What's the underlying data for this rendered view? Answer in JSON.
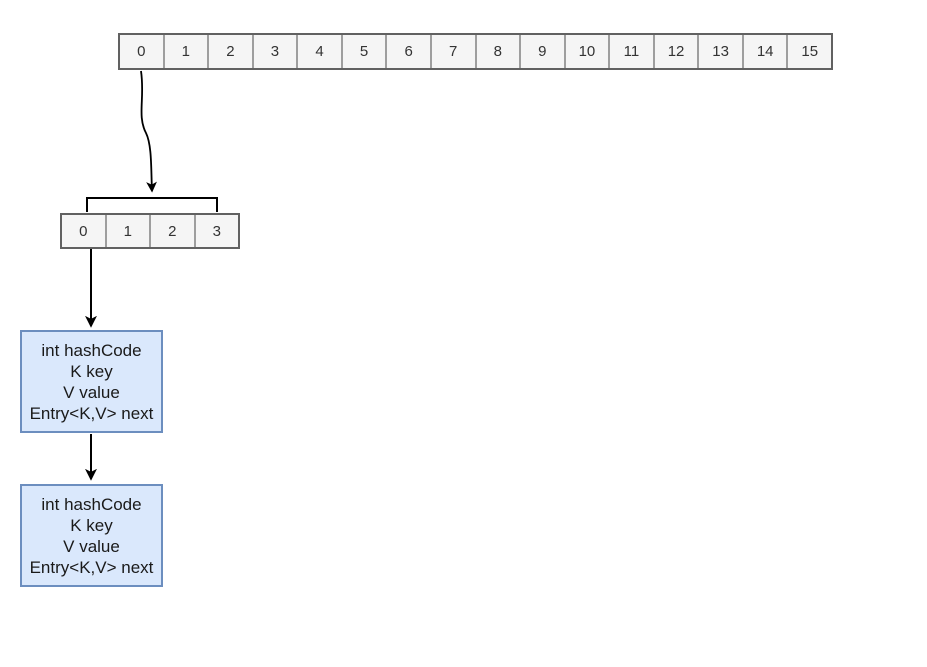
{
  "diagram": {
    "title": "hashmap-structure-diagram",
    "bucket_array": {
      "cells": [
        "0",
        "1",
        "2",
        "3",
        "4",
        "5",
        "6",
        "7",
        "8",
        "9",
        "10",
        "11",
        "12",
        "13",
        "14",
        "15"
      ]
    },
    "sub_array": {
      "cells": [
        "0",
        "1",
        "2",
        "3"
      ]
    },
    "entry_boxes": [
      {
        "lines": [
          "int hashCode",
          "K key",
          "V value",
          "Entry<K,V> next"
        ]
      },
      {
        "lines": [
          "int hashCode",
          "K key",
          "V value",
          "Entry<K,V> next"
        ]
      }
    ],
    "colors": {
      "background": "#ffffff",
      "cell_fill": "#f5f5f5",
      "cell_border": "#616161",
      "cell_divider": "#9e9e9e",
      "cell_text": "#333333",
      "entry_fill": "#dae8fc",
      "entry_border": "#6c8ebf",
      "entry_text": "#1a1a1a",
      "arrow": "#000000"
    }
  }
}
